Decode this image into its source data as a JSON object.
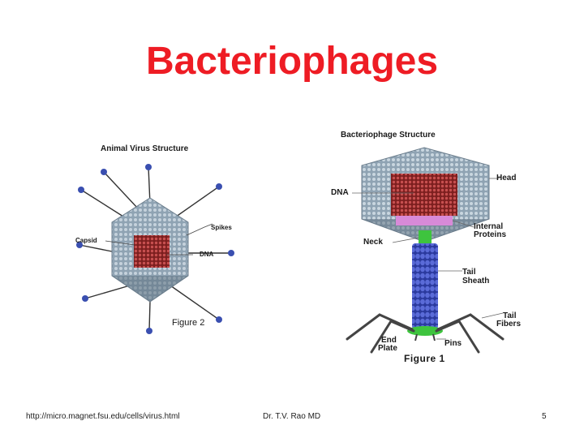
{
  "slide": {
    "title": "Bacteriophages",
    "footer_url": "http://micro.magnet.fsu.edu/cells/virus.html",
    "footer_author": "Dr. T.V. Rao MD",
    "page_number": "5"
  },
  "animal_virus": {
    "heading": "Animal Virus Structure",
    "labels": {
      "spikes": "Spikes",
      "capsid": "Capsid",
      "dna": "DNA"
    },
    "caption": "Figure 2"
  },
  "phage": {
    "heading": "Bacteriophage Structure",
    "labels": {
      "head": "Head",
      "dna": "DNA",
      "internal_proteins_1": "Internal",
      "internal_proteins_2": "Proteins",
      "neck": "Neck",
      "tail_sheath_1": "Tail",
      "tail_sheath_2": "Sheath",
      "tail_fibers_1": "Tail",
      "tail_fibers_2": "Fibers",
      "end_plate_1": "End",
      "end_plate_2": "Plate",
      "pins": "Pins"
    },
    "caption": "Figure 1"
  },
  "colors": {
    "title_red": "#ee1c24",
    "capsid_gray": "#8fa3b3",
    "dna_red": "#a83232",
    "spike_blue": "#3a4fb0",
    "sheath_blue": "#3b4cc0",
    "neck_green": "#3ec43e",
    "protein_pink": "#d88ad8"
  }
}
